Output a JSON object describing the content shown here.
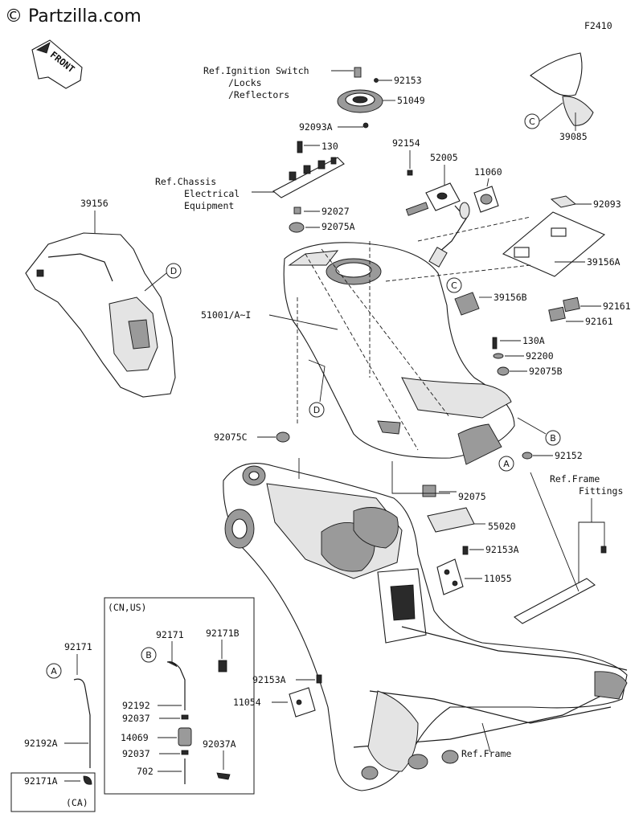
{
  "watermark": "© Partzilla.com",
  "figure_code": "F2410",
  "front_label": "FRONT",
  "references": {
    "ignition": [
      "Ref.Ignition Switch",
      "/Locks",
      "/Reflectors"
    ],
    "chassis_electrical": [
      "Ref.Chassis",
      "Electrical",
      "Equipment"
    ],
    "frame_fittings": [
      "Ref.Frame",
      "Fittings"
    ],
    "frame": "Ref.Frame"
  },
  "part_labels": {
    "p92153": "92153",
    "p51049": "51049",
    "p92093A": "92093A",
    "p130": "130",
    "p92154": "92154",
    "p52005": "52005",
    "p11060": "11060",
    "p39085": "39085",
    "p92093": "92093",
    "p39156": "39156",
    "p92027": "92027",
    "p92075A": "92075A",
    "p39156A": "39156A",
    "p51001": "51001/A~I",
    "p39156B": "39156B",
    "p92161a": "92161",
    "p92161b": "92161",
    "p130A": "130A",
    "p92200": "92200",
    "p92075B": "92075B",
    "p92075C": "92075C",
    "p92152": "92152",
    "p92075": "92075",
    "p55020": "55020",
    "p92153A_top": "92153A",
    "p11055": "11055",
    "p92171B": "92171B",
    "p92171_inner": "92171",
    "p92171_outer": "92171",
    "p92192": "92192",
    "p92037_a": "92037",
    "p14069": "14069",
    "p92037_b": "92037",
    "p702": "702",
    "p92037A": "92037A",
    "p92153A_low": "92153A",
    "p11054": "11054",
    "p92192A": "92192A",
    "p92171A": "92171A"
  },
  "box_labels": {
    "cn_us": "(CN,US)",
    "ca": "(CA)"
  },
  "callouts": {
    "A": "A",
    "B": "B",
    "C": "C",
    "D": "D"
  }
}
